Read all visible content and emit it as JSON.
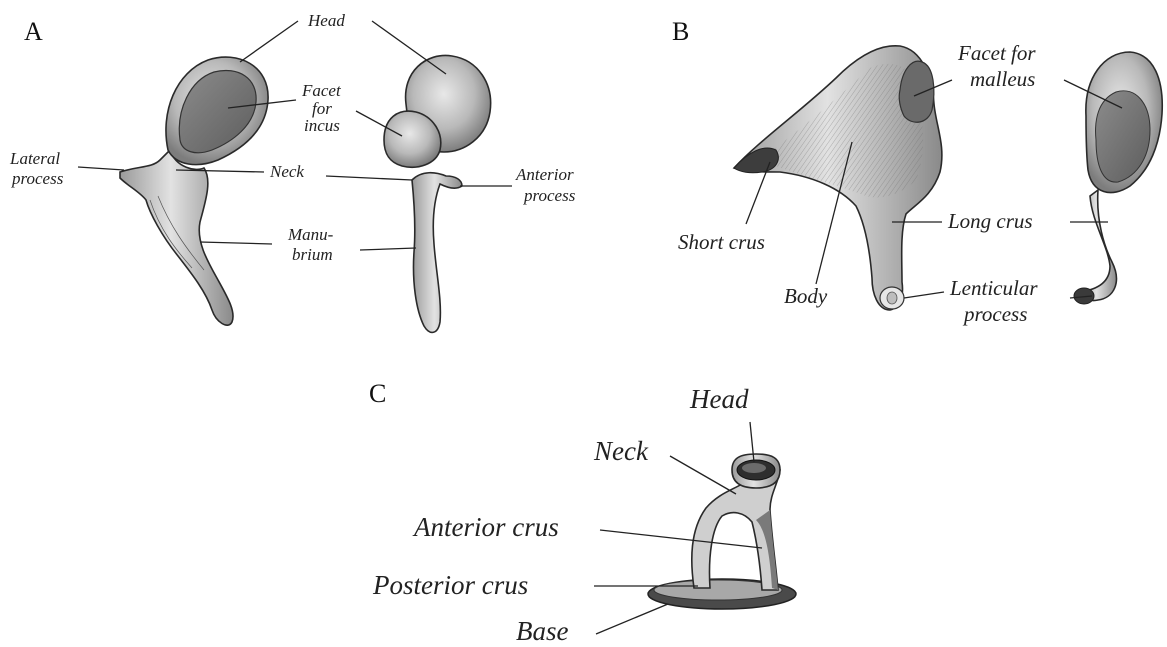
{
  "panels": {
    "a": {
      "letter": "A",
      "labels": {
        "head": "Head",
        "facet_line1": "Facet",
        "facet_line2": "for",
        "facet_line3": "incus",
        "lateral_line1": "Lateral",
        "lateral_line2": "process",
        "neck": "Neck",
        "anterior_line1": "Anterior",
        "anterior_line2": "process",
        "manubrium_line1": "Manu-",
        "manubrium_line2": "brium"
      }
    },
    "b": {
      "letter": "B",
      "labels": {
        "facet_line1": "Facet for",
        "facet_line2": "malleus",
        "short_crus": "Short crus",
        "long_crus": "Long crus",
        "body": "Body",
        "lenticular_line1": "Lenticular",
        "lenticular_line2": "process"
      }
    },
    "c": {
      "letter": "C",
      "labels": {
        "head": "Head",
        "neck": "Neck",
        "anterior_crus": "Anterior crus",
        "posterior_crus": "Posterior crus",
        "base": "Base"
      }
    }
  },
  "colors": {
    "bone_light": "#d9d9d9",
    "bone_mid": "#b8b8b8",
    "bone_dark": "#8f8f8f",
    "ink": "#222222",
    "background": "#ffffff"
  }
}
